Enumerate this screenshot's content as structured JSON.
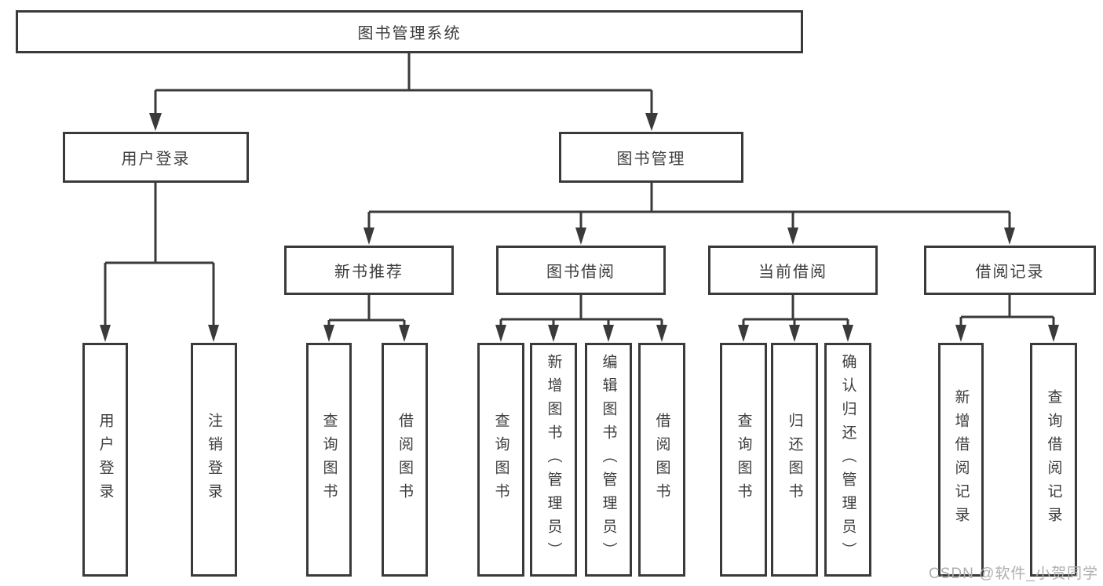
{
  "tree": {
    "root": {
      "label": "图书管理系统",
      "children": [
        {
          "label": "用户登录",
          "children": [
            {
              "label": "用户登录"
            },
            {
              "label": "注销登录"
            }
          ]
        },
        {
          "label": "图书管理",
          "children": [
            {
              "label": "新书推荐",
              "children": [
                {
                  "label": "查询图书"
                },
                {
                  "label": "借阅图书"
                }
              ]
            },
            {
              "label": "图书借阅",
              "children": [
                {
                  "label": "查询图书"
                },
                {
                  "label": "新增图书（管理员）"
                },
                {
                  "label": "编辑图书（管理员）"
                },
                {
                  "label": "借阅图书"
                }
              ]
            },
            {
              "label": "当前借阅",
              "children": [
                {
                  "label": "查询图书"
                },
                {
                  "label": "归还图书"
                },
                {
                  "label": "确认归还（管理员）"
                }
              ]
            },
            {
              "label": "借阅记录",
              "children": [
                {
                  "label": "新增借阅记录"
                },
                {
                  "label": "查询借阅记录"
                }
              ]
            }
          ]
        }
      ]
    }
  },
  "watermark": {
    "text": "CSDN @软件_小贺同学"
  },
  "colors": {
    "line": "#3a3a3a",
    "text": "#3d3d3d",
    "watermark": "#aeaeae",
    "background": "#ffffff"
  }
}
